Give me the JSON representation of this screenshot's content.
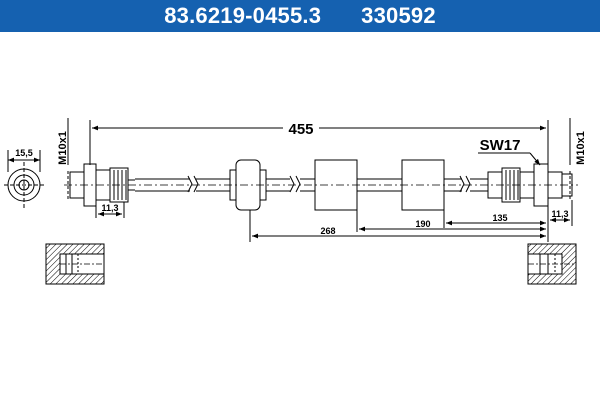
{
  "header": {
    "part_number": "83.6219-0455.3",
    "ref_number": "330592",
    "background": "#1561b0",
    "text_color": "#ffffff"
  },
  "drawing": {
    "total_length": "455",
    "wrench_size": "SW17",
    "thread_left": "M10x1",
    "thread_right": "M10x1",
    "end_diameter": "15,5",
    "fitting_len_left": "11,3",
    "fitting_len_right": "11,3",
    "dim_268": "268",
    "dim_190": "190",
    "dim_135": "135"
  }
}
